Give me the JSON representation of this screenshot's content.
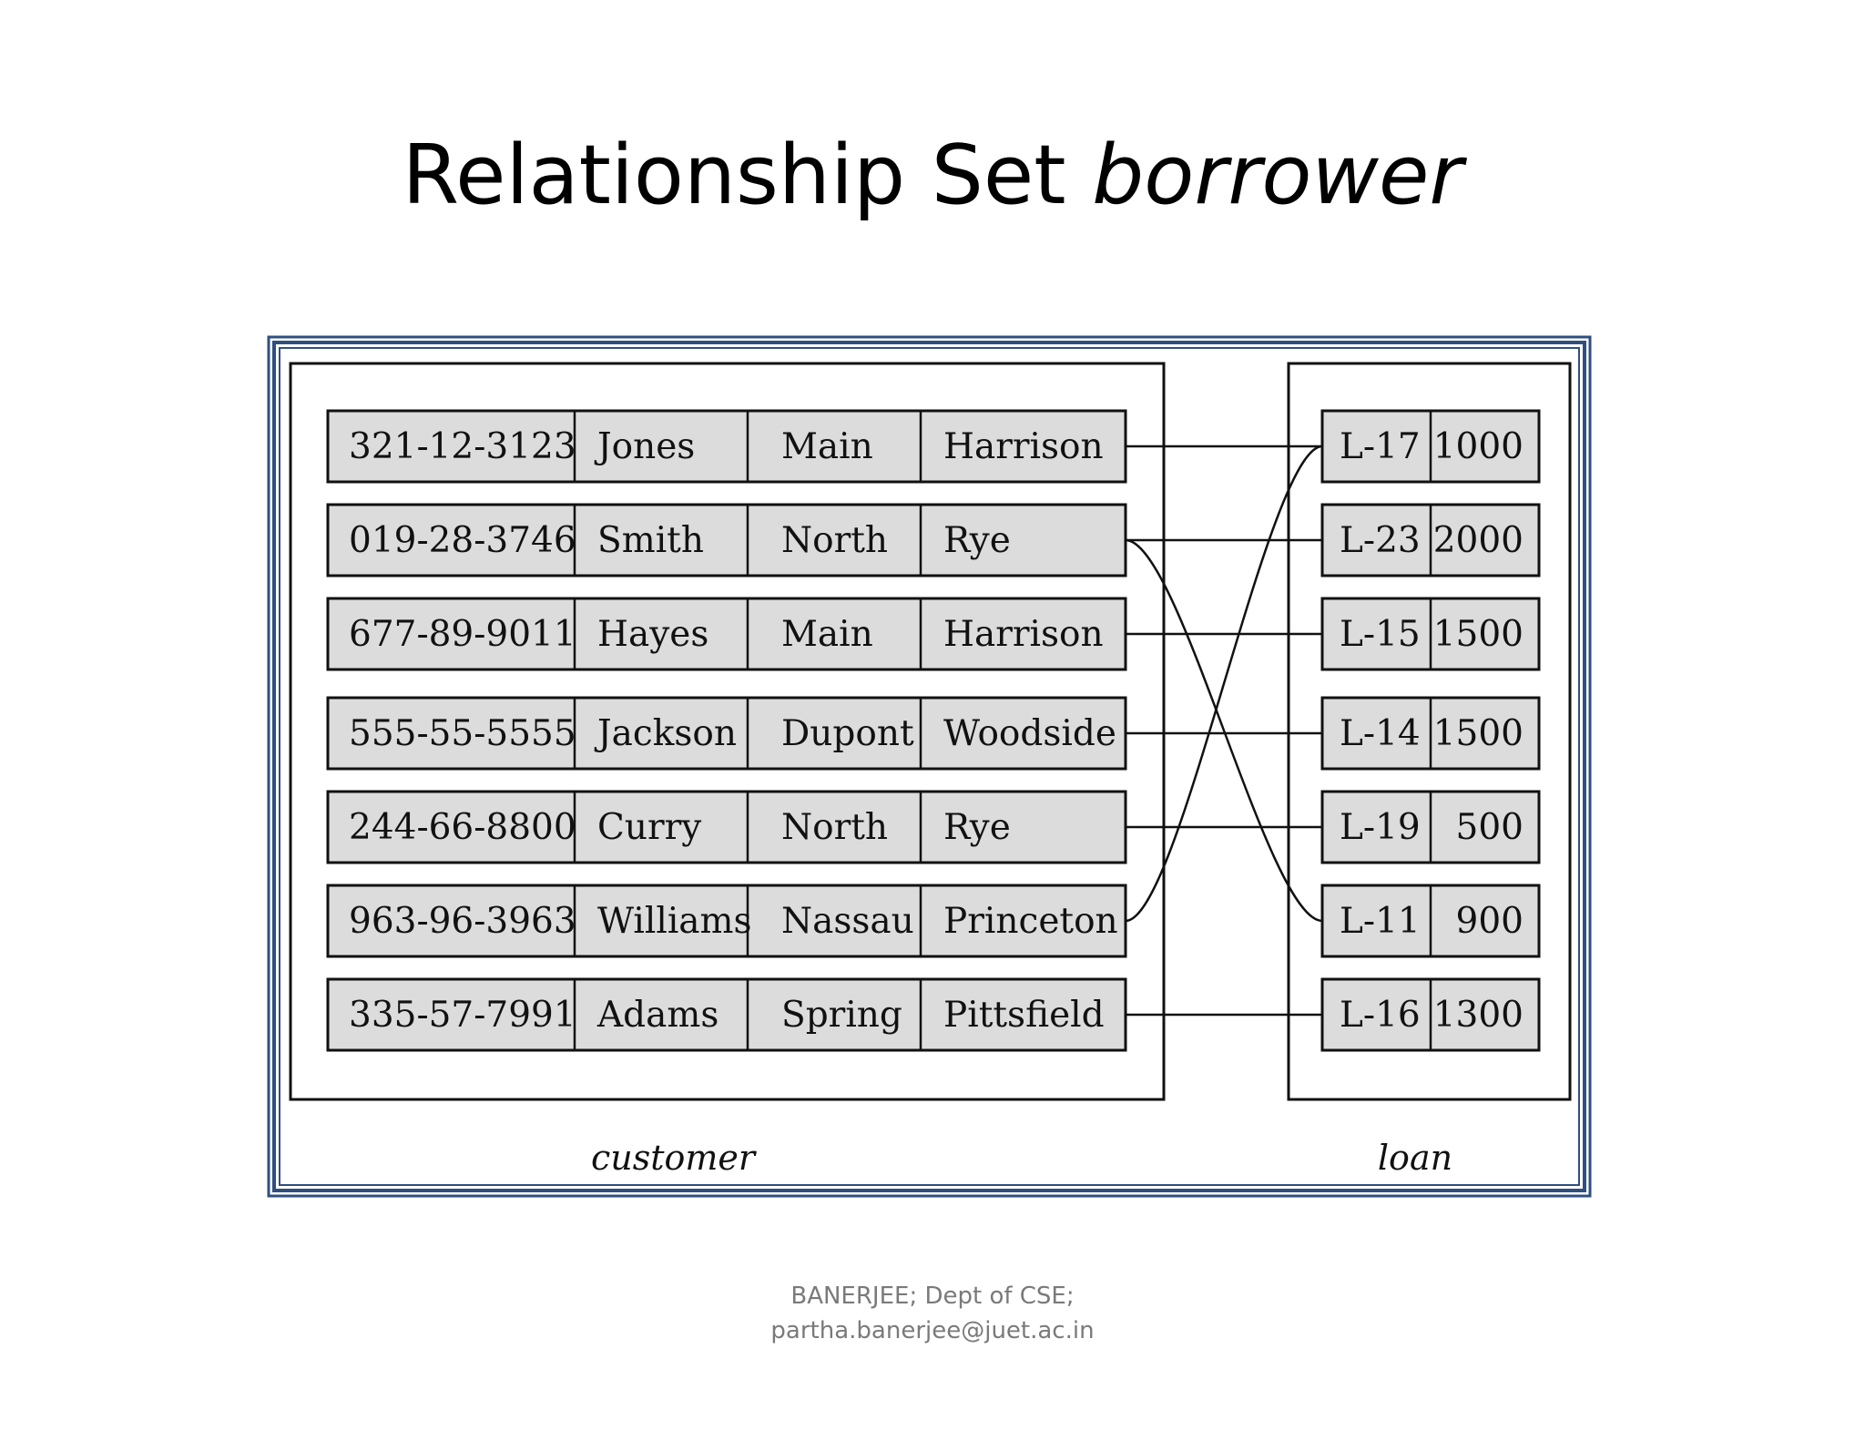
{
  "title": {
    "text": "Relationship Set ",
    "italic": "borrower"
  },
  "customer_label": "customer",
  "loan_label": "loan",
  "customers": [
    {
      "id": "321-12-3123",
      "name": "Jones",
      "street": "Main",
      "city": "Harrison"
    },
    {
      "id": "019-28-3746",
      "name": "Smith",
      "street": "North",
      "city": "Rye"
    },
    {
      "id": "677-89-9011",
      "name": "Hayes",
      "street": "Main",
      "city": "Harrison"
    },
    {
      "id": "555-55-5555",
      "name": "Jackson",
      "street": "Dupont",
      "city": "Woodside"
    },
    {
      "id": "244-66-8800",
      "name": "Curry",
      "street": "North",
      "city": "Rye"
    },
    {
      "id": "963-96-3963",
      "name": "Williams",
      "street": "Nassau",
      "city": "Princeton"
    },
    {
      "id": "335-57-7991",
      "name": "Adams",
      "street": "Spring",
      "city": "Pittsfield"
    }
  ],
  "loans": [
    {
      "number": "L-17",
      "amount": "1000"
    },
    {
      "number": "L-23",
      "amount": "2000"
    },
    {
      "number": "L-15",
      "amount": "1500"
    },
    {
      "number": "L-14",
      "amount": "1500"
    },
    {
      "number": "L-19",
      "amount": "500"
    },
    {
      "number": "L-11",
      "amount": "900"
    },
    {
      "number": "L-16",
      "amount": "1300"
    }
  ],
  "borrower_links": [
    {
      "customer": "321-12-3123",
      "loan": "L-17"
    },
    {
      "customer": "019-28-3746",
      "loan": "L-23"
    },
    {
      "customer": "019-28-3746",
      "loan": "L-11"
    },
    {
      "customer": "677-89-9011",
      "loan": "L-15"
    },
    {
      "customer": "555-55-5555",
      "loan": "L-14"
    },
    {
      "customer": "244-66-8800",
      "loan": "L-19"
    },
    {
      "customer": "963-96-3963",
      "loan": "L-17"
    },
    {
      "customer": "335-57-7991",
      "loan": "L-16"
    }
  ],
  "footer": {
    "line1": "BANERJEE; Dept of CSE;",
    "line2": "partha.banerjee@juet.ac.in"
  },
  "colors": {
    "frame_border": "#2f4f7f",
    "cell_fill": "#dcdcdc",
    "line": "#111111"
  }
}
